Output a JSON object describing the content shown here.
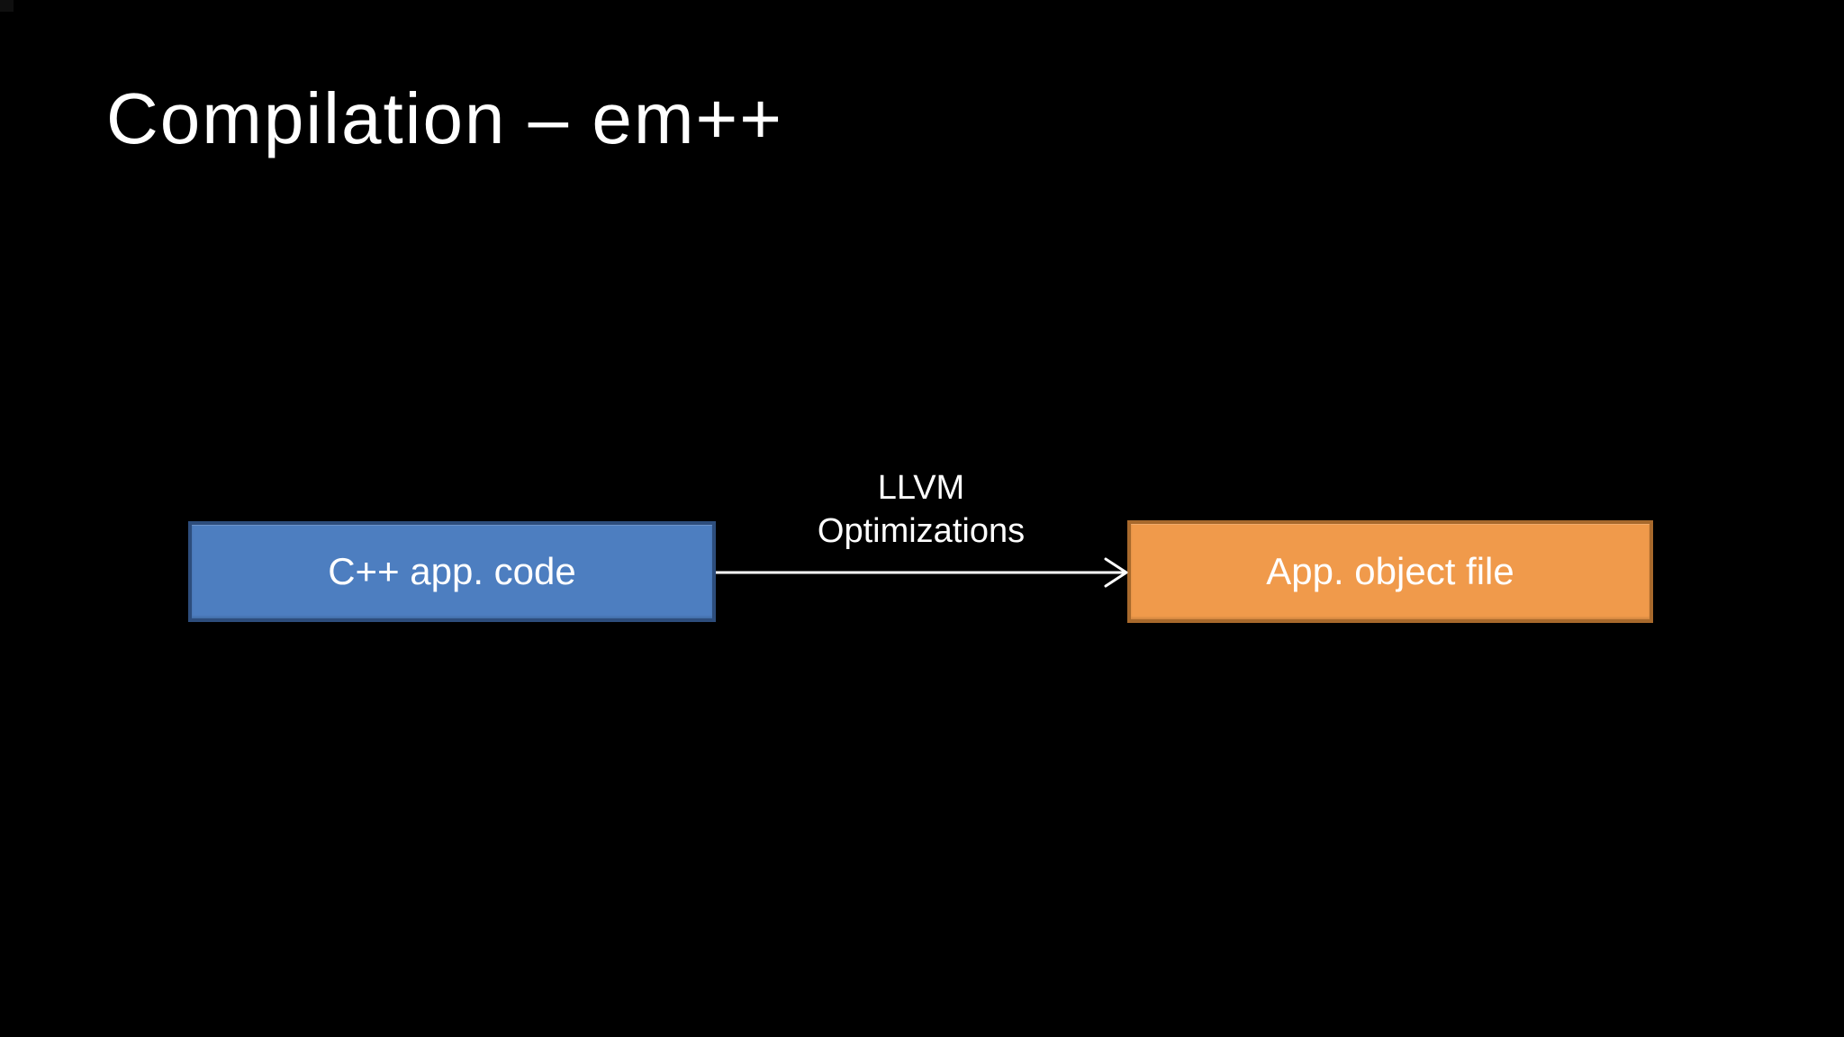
{
  "slide": {
    "title": "Compilation – em++",
    "background_color": "#000000",
    "title_color": "#ffffff"
  },
  "diagram": {
    "source_node": {
      "label": "C++ app. code",
      "fill": "#4d7ec0",
      "border": "#2d4d7c",
      "text_color": "#ffffff"
    },
    "target_node": {
      "label": "App. object file",
      "fill": "#f09a4b",
      "border": "#a8692c",
      "text_color": "#ffffff"
    },
    "arrow": {
      "color": "#ffffff",
      "label_line1": "LLVM",
      "label_line2": "Optimizations",
      "label_color": "#ffffff"
    }
  }
}
